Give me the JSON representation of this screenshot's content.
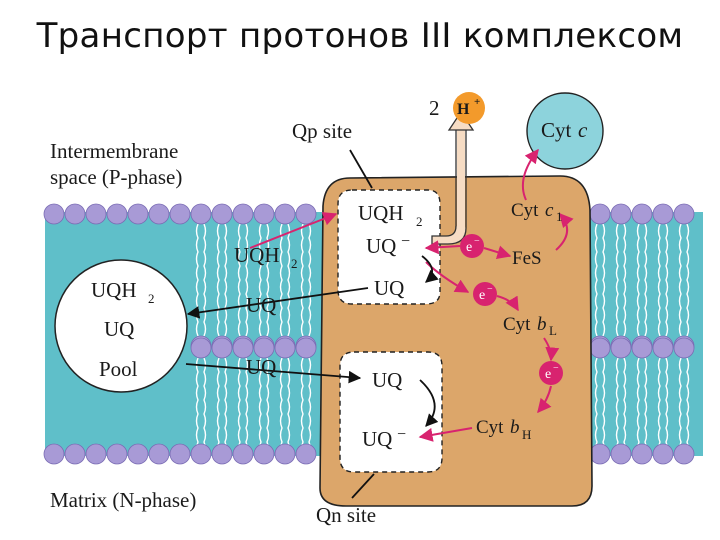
{
  "slide_title": "Транспорт протонов III комплексом",
  "labels": {
    "intermembrane_line1": "Intermembrane",
    "intermembrane_line2": "space (P-phase)",
    "matrix": "Matrix (N-phase)",
    "qp_site": "Qp site",
    "qn_site": "Qn site",
    "two": "2",
    "proton": "H",
    "proton_sup": "+",
    "cyt_c": "Cyt",
    "cyt_c_letter": "c",
    "cyt_c1": "Cyt",
    "cyt_c1_letter": "c",
    "cyt_c1_sub": "1",
    "fes": "FeS",
    "cyt_bl": "Cyt",
    "cyt_bl_letter": "b",
    "cyt_bl_sub": "L",
    "cyt_bh": "Cyt",
    "cyt_bh_letter": "b",
    "cyt_bh_sub": "H",
    "electron": "e",
    "electron_sup": "−",
    "qp_uqh2": "UQH",
    "qp_uqh2_sub": "2",
    "qp_uq_radical": "UQ",
    "qp_uq_radical_sup": "−",
    "qp_uq": "UQ",
    "qn_uq": "UQ",
    "qn_uq_radical": "UQ",
    "qn_uq_radical_sup": "−",
    "mem_uqh2": "UQH",
    "mem_uqh2_sub": "2",
    "mem_uq_top": "UQ",
    "mem_uq_bottom": "UQ",
    "pool_uqh2": "UQH",
    "pool_uqh2_sub": "2",
    "pool_uq": "UQ",
    "pool_word": "Pool"
  },
  "colors": {
    "membrane": "#5fbfc9",
    "lipid_head": "#a89ad6",
    "complex": "#dca66a",
    "cyt_c": "#8dd3dc",
    "proton": "#f39a2b",
    "electron": "#d8236f",
    "arrow": "#d8236f"
  }
}
